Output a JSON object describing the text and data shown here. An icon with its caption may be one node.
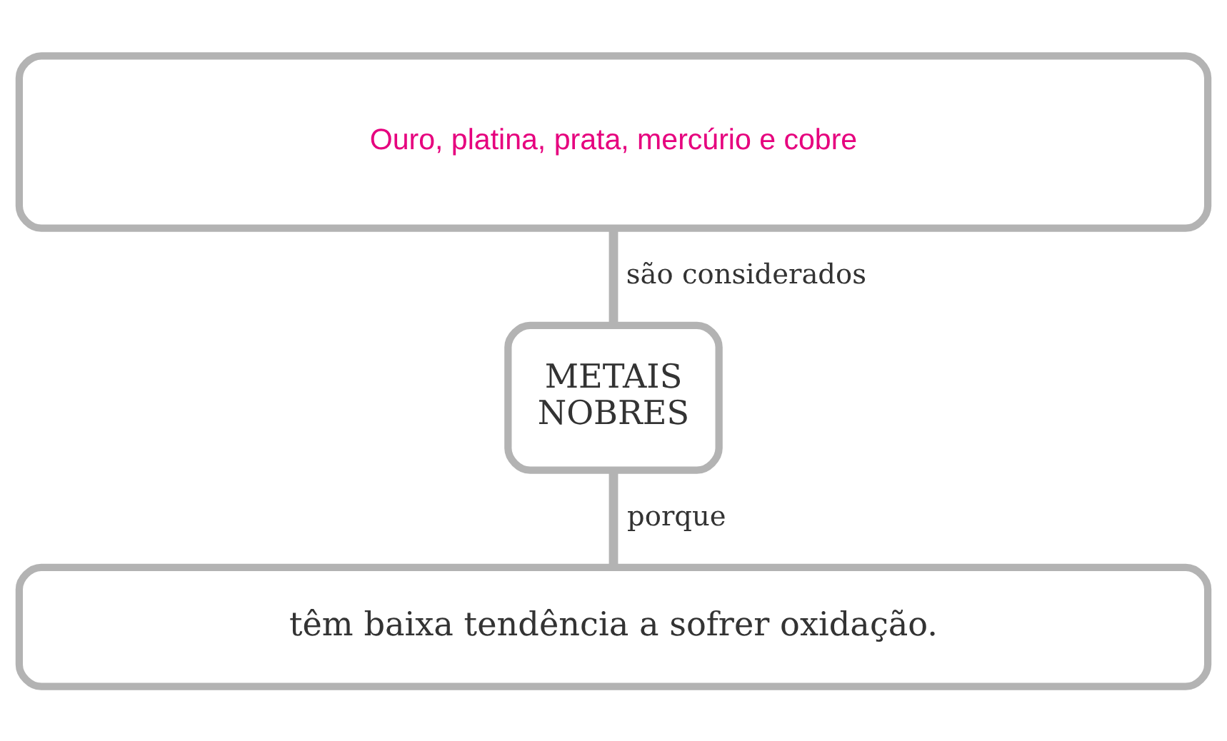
{
  "diagram": {
    "nodes": [
      {
        "text": [
          "Ouro, platina, prata, mercúrio e cobre"
        ]
      },
      {
        "text": [
          "METAIS NOBRES"
        ]
      },
      {
        "text": [
          "têm baixa tendência a sofrer oxidação."
        ]
      }
    ],
    "edges": [
      {
        "from": 0,
        "to": 1,
        "arrow": "none",
        "label": "são considerados"
      },
      {
        "from": 1,
        "to": 2,
        "arrow": "none",
        "label": "porque"
      }
    ]
  }
}
